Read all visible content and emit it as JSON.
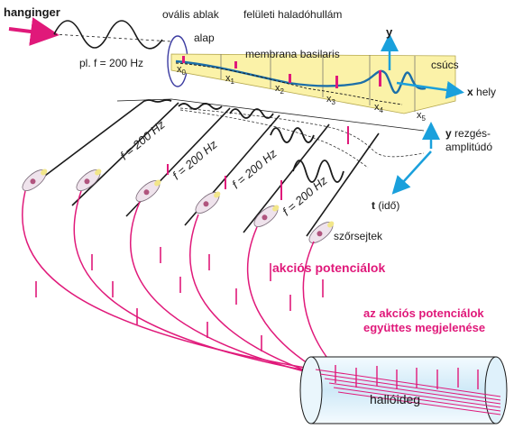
{
  "labels": {
    "hanginger": "hanginger",
    "frequency_example": "pl.  f = 200 Hz",
    "ovalis_ablak": "ovális ablak",
    "alap": "alap",
    "feluleti": "felületi haladóhullám",
    "membrana": "membrana basilaris",
    "csucs": "csúcs",
    "y_axis": "y",
    "x_hely_x": "x",
    "x_hely": "hely",
    "y_rezges_y": "y",
    "y_rezges_1": "rezgés-",
    "y_rezges_2": "amplitúdó",
    "t_ido_t": "t",
    "t_ido": "(idő)",
    "szorsejtek": "szőrsejtek",
    "akcios": "akciós potenciálok",
    "egyuttes_1": "az akciós potenciálok",
    "egyuttes_2": "együttes megjelenése",
    "hallodeg": "hallóideg",
    "f200": "f = 200 Hz",
    "x0": "x",
    "x0s": "0",
    "x1": "x",
    "x1s": "1",
    "x2": "x",
    "x2s": "2",
    "x3": "x",
    "x3s": "3",
    "x4": "x",
    "x4s": "4",
    "x5": "x",
    "x5s": "5"
  },
  "colors": {
    "pink": "#e0197a",
    "blue": "#1aa0dc",
    "yellow": "#fbf2a8",
    "dark": "#1a1a1a"
  }
}
